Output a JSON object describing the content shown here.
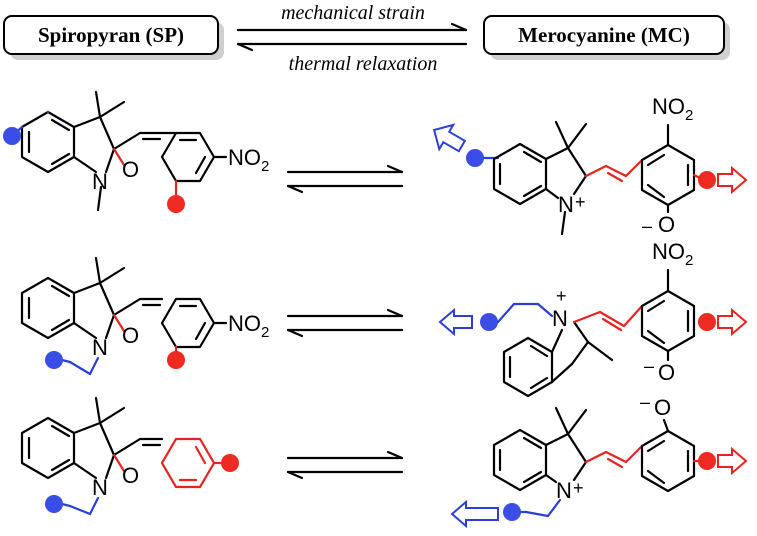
{
  "header": {
    "left_box": "Spiropyran (SP)",
    "right_box": "Merocyanine (MC)",
    "forward_condition": "mechanical strain",
    "reverse_condition": "thermal relaxation"
  },
  "labels": {
    "nitrogen": "N",
    "oxygen": "O",
    "nitro_main": "NO",
    "nitro_sub": "2",
    "plus": "+",
    "minus": "–"
  },
  "colors": {
    "indoline_handle": "#3a4ee6",
    "chromene_handle": "#ee2a22"
  }
}
